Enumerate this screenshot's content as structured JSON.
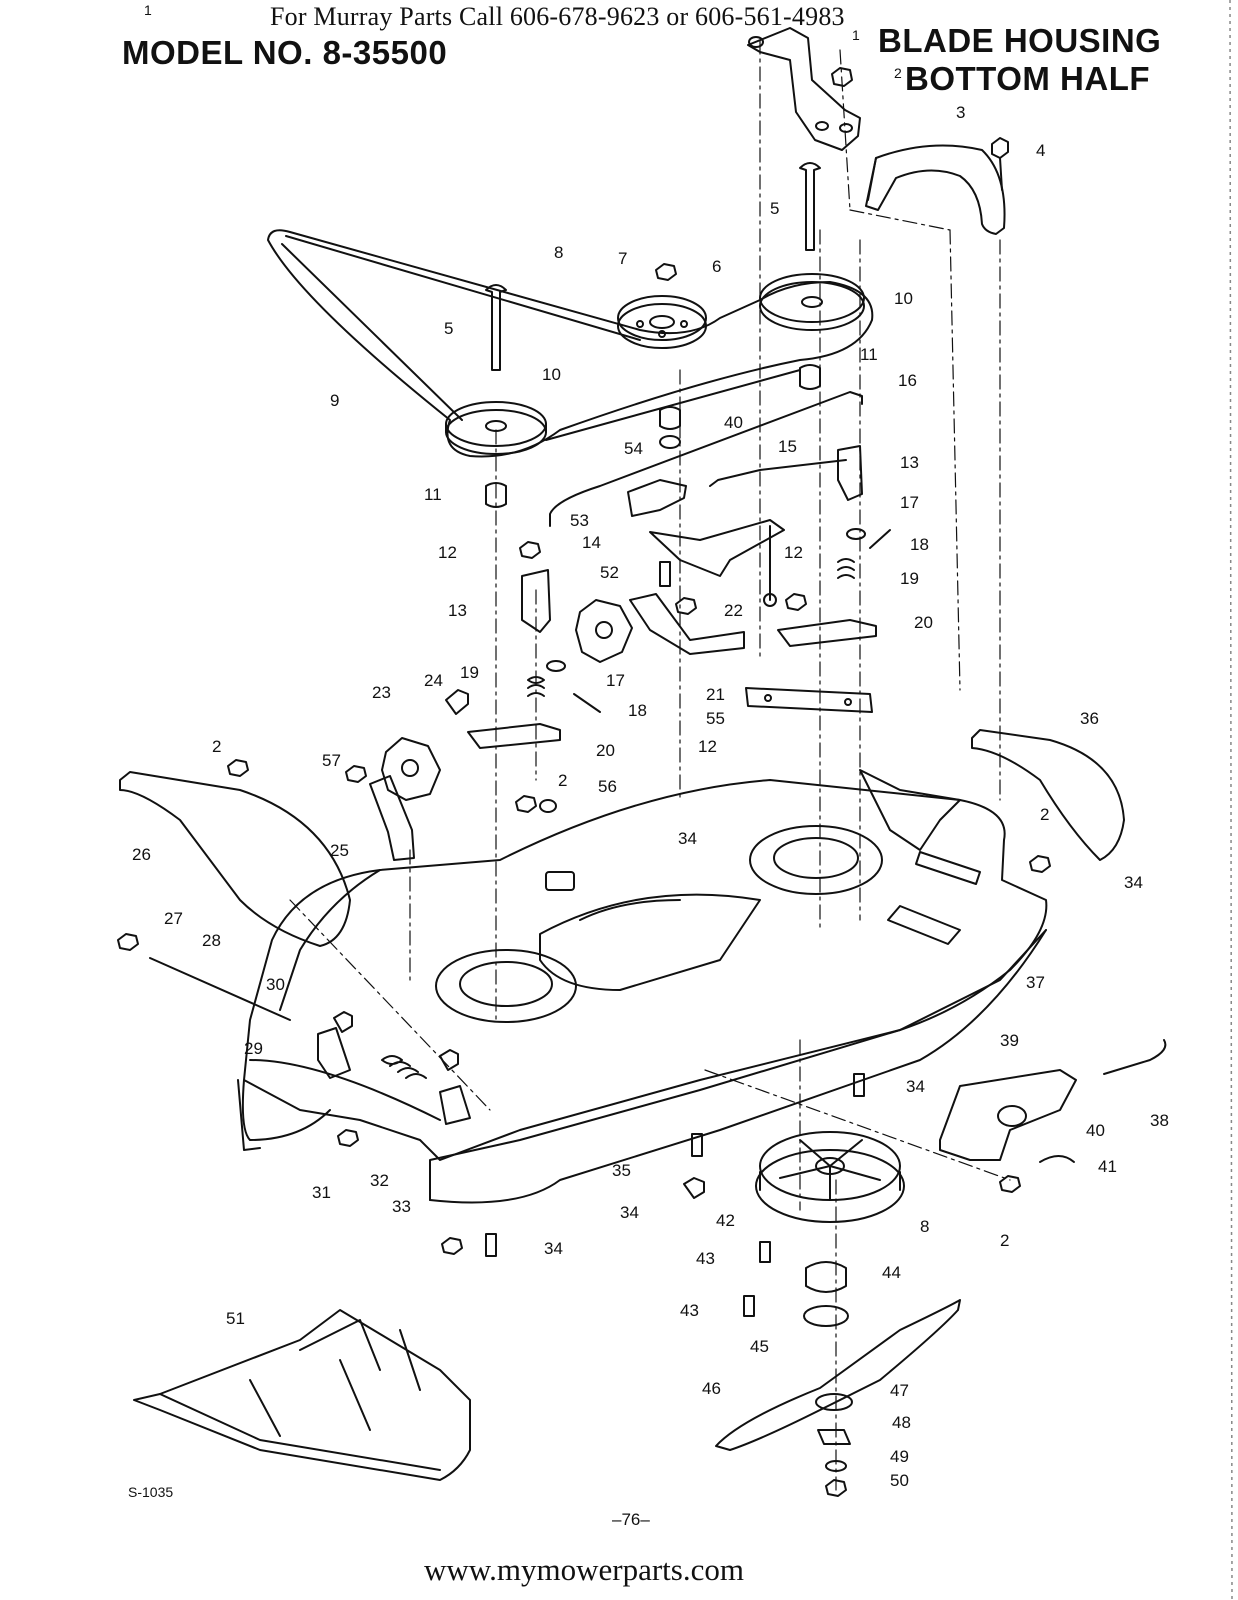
{
  "header": {
    "phone_line": "For Murray Parts Call 606-678-9623 or 606-561-4983",
    "model": "MODEL NO. 8-35500",
    "title_line1": "BLADE HOUSING",
    "title_line2": "BOTTOM HALF",
    "title_ref1": "1",
    "title_ref2": "2"
  },
  "footer": {
    "drawing_code": "S-1035",
    "page_number": "–76–",
    "url": "www.mymowerparts.com"
  },
  "callouts": {
    "c1": "1",
    "c2": "2",
    "c3": "3",
    "c4": "4",
    "c5": "5",
    "c6": "6",
    "c7": "7",
    "c8": "8",
    "c9": "9",
    "c10": "10",
    "c11": "11",
    "c12": "12",
    "c13": "13",
    "c14": "14",
    "c15": "15",
    "c16": "16",
    "c17": "17",
    "c18": "18",
    "c19": "19",
    "c20": "20",
    "c21": "21",
    "c22": "22",
    "c23": "23",
    "c24": "24",
    "c25": "25",
    "c26": "26",
    "c27": "27",
    "c28": "28",
    "c29": "29",
    "c30": "30",
    "c31": "31",
    "c32": "32",
    "c33": "33",
    "c34": "34",
    "c35": "35",
    "c36": "36",
    "c37": "37",
    "c38": "38",
    "c39": "39",
    "c40": "40",
    "c41": "41",
    "c42": "42",
    "c43": "43",
    "c44": "44",
    "c45": "45",
    "c46": "46",
    "c47": "47",
    "c48": "48",
    "c49": "49",
    "c50": "50",
    "c51": "51",
    "c52": "52",
    "c53": "53",
    "c54": "54",
    "c55": "55",
    "c56": "56",
    "c57": "57"
  }
}
